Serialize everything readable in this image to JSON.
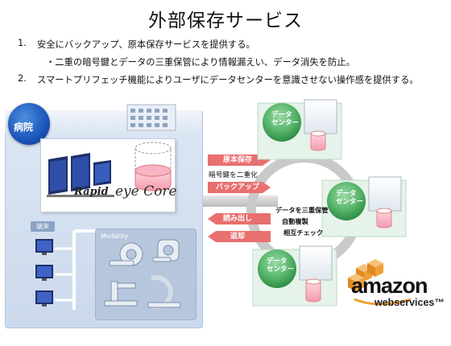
{
  "title": "外部保存サービス",
  "list": {
    "items": [
      {
        "num": "1.",
        "text": "安全にバックアップ、原本保存サービスを提供する。"
      },
      {
        "num": "",
        "text": "・二重の暗号鍵とデータの三重保管により情報漏えい、データ消失を防止。"
      },
      {
        "num": "2.",
        "text": "スマートプリフェッチ機能によりユーザにデータセンターを意識させない操作感を提供する。"
      }
    ]
  },
  "hospital": {
    "label": "病院",
    "terminal_label": "端末",
    "modality_label": "Modality",
    "logo_main": "Rapid",
    "logo_script": "eye Core"
  },
  "arrows": {
    "storage": "原本保存",
    "encrypt": "暗号鍵を二重化",
    "backup": "バックアップ",
    "read": "読み出し",
    "return": "返却"
  },
  "datacenters": [
    {
      "line1": "データ",
      "line2": "センター"
    },
    {
      "line1": "データ",
      "line2": "センター"
    },
    {
      "line1": "データ",
      "line2": "センター"
    }
  ],
  "ring": {
    "line1": "データを三重保管",
    "line2": "自動複製",
    "line3": "相互チェック"
  },
  "amazon": {
    "name": "amazon",
    "sub": "webservices™",
    "cube_color": "#f0a038"
  },
  "colors": {
    "arrow_pink": "#e8706f",
    "badge_blue": "#1a55b8",
    "dc_green": "#56b56a",
    "panel_blue": "#cbd9ec"
  }
}
